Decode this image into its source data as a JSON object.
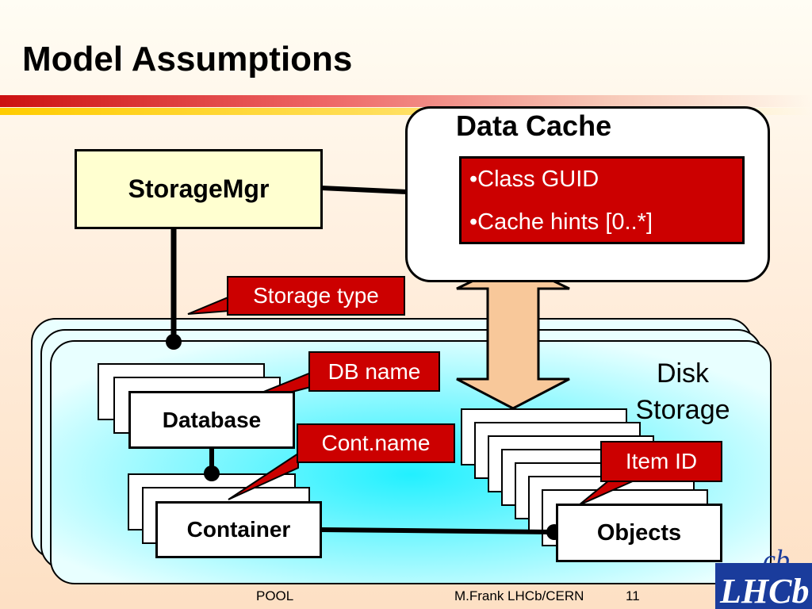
{
  "slide": {
    "title": "Model Assumptions"
  },
  "diagram": {
    "storage_mgr": "StorageMgr",
    "data_cache": {
      "title": "Data Cache",
      "items": [
        "•Class GUID",
        "•Cache hints [0..*]"
      ]
    },
    "storage_type_label": "Storage type",
    "disk_storage_label": "Disk Storage",
    "db_name_label": "DB name",
    "cont_name_label": "Cont.name",
    "item_id_label": "Item ID",
    "database": "Database",
    "container": "Container",
    "objects": "Objects"
  },
  "footer": {
    "left": "POOL",
    "center": "M.Frank LHCb/CERN",
    "page": "11"
  },
  "logo": {
    "text": "LHCb",
    "colors": [
      "#1a3c9c",
      "#ffffff"
    ]
  },
  "colors": {
    "label_red": "#cc0000",
    "storage_mgr_fill": "#ffffd0",
    "arrow_fill": "#f8c89a",
    "disk_fill_center": "#22f0ff",
    "disk_fill_edge": "#e8ffff"
  }
}
